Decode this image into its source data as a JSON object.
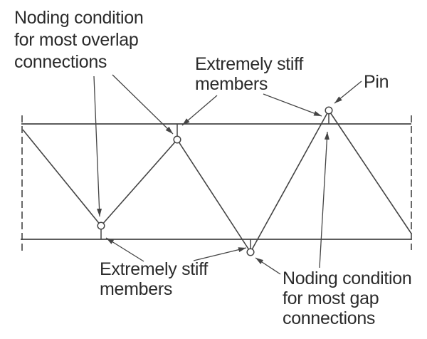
{
  "figure": {
    "colors": {
      "background": "#ffffff",
      "line": "#444444",
      "text": "#2b2b2b"
    },
    "symbols": {
      "pin_node": "open-circle",
      "truss_cut_boundary": "dashed-line"
    },
    "labels": {
      "overlap": {
        "lines": [
          "Noding condition",
          "for most overlap",
          "connections"
        ]
      },
      "stiff_top": {
        "lines": [
          "Extremely stiff",
          "members"
        ]
      },
      "pin": {
        "lines": [
          "Pin"
        ]
      },
      "stiff_bottom": {
        "lines": [
          "Extremely stiff",
          "members"
        ]
      },
      "gap": {
        "lines": [
          "Noding condition",
          "for most gap",
          "connections"
        ]
      }
    }
  }
}
